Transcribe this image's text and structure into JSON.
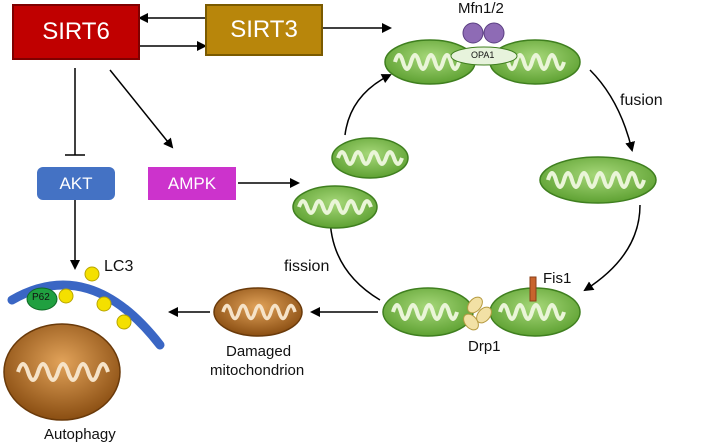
{
  "nodes": {
    "sirt6": {
      "label": "SIRT6",
      "fill": "#c00000",
      "border": "#7f0000",
      "text_color": "#ffffff"
    },
    "sirt3": {
      "label": "SIRT3",
      "fill": "#b8860b",
      "border": "#7a5a00",
      "text_color": "#ffffff"
    },
    "akt": {
      "label": "AKT",
      "fill": "#4472c4",
      "text_color": "#ffffff"
    },
    "ampk": {
      "label": "AMPK",
      "fill": "#cc33cc",
      "text_color": "#ffffff"
    }
  },
  "labels": {
    "mfn": "Mfn1/2",
    "opa1": "OPA1",
    "fusion": "fusion",
    "fission": "fission",
    "fis1": "Fis1",
    "drp1": "Drp1",
    "lc3": "LC3",
    "p62": "P62",
    "damaged_line1": "Damaged",
    "damaged_line2": "mitochondrion",
    "autophagy": "Autophagy"
  },
  "colors": {
    "mito_fill": "#7cc04a",
    "mito_inner": "#eaf5d8",
    "mito_border": "#3f7f1f",
    "mfn": "#8e6bb5",
    "drp1": "#f2e1a5",
    "fis1": "#c8642d",
    "lc3": "#f4e000",
    "p62": "#20a040",
    "membrane": "#3a66c4",
    "damaged": "#c07a2a"
  }
}
